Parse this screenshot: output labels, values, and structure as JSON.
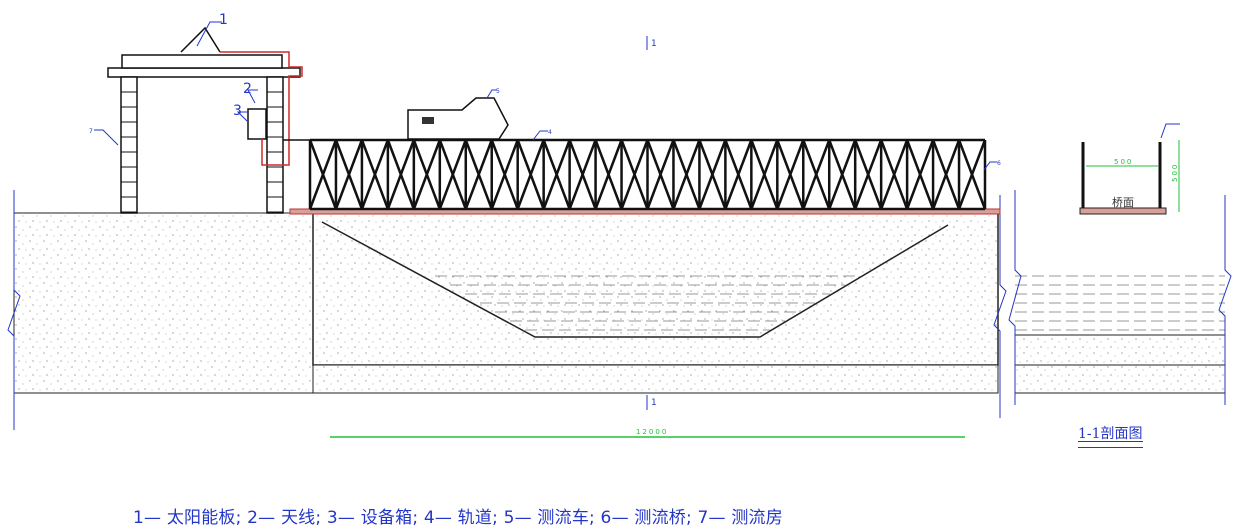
{
  "colors": {
    "structure": "#111111",
    "annotation": "#2436c8",
    "dimension": "#22c03a",
    "cable": "#d42a2a",
    "deck": "#d9a09a"
  },
  "labels": {
    "solar_panel": "1",
    "antenna": "2",
    "equipment_box": "3",
    "track": "4",
    "car": "5",
    "bridge": "6",
    "house": "7",
    "section_top": "1",
    "section_bottom": "1"
  },
  "dimensions": {
    "span": "12000",
    "section_width": "500",
    "section_height": "500"
  },
  "section": {
    "title": "1-1剖面图",
    "deck_label": "桥面"
  },
  "legend": "1— 太阳能板;  2— 天线;  3— 设备箱;  4— 轨道;  5— 测流车; 6— 测流桥;  7— 测流房"
}
